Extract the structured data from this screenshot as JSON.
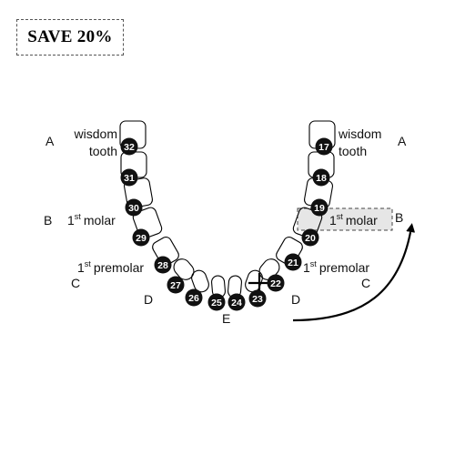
{
  "badge": {
    "text": "SAVE 20%"
  },
  "teeth": [
    {
      "num": "17",
      "side": "right",
      "type": "molar"
    },
    {
      "num": "18",
      "side": "right",
      "type": "molar"
    },
    {
      "num": "19",
      "side": "right",
      "type": "molar"
    },
    {
      "num": "20",
      "side": "right",
      "type": "premolar"
    },
    {
      "num": "21",
      "side": "right",
      "type": "premolar"
    },
    {
      "num": "22",
      "side": "right",
      "type": "canine"
    },
    {
      "num": "23",
      "side": "right",
      "type": "incisor"
    },
    {
      "num": "24",
      "side": "right",
      "type": "incisor"
    },
    {
      "num": "25",
      "side": "left",
      "type": "incisor"
    },
    {
      "num": "26",
      "side": "left",
      "type": "incisor"
    },
    {
      "num": "27",
      "side": "left",
      "type": "canine"
    },
    {
      "num": "28",
      "side": "left",
      "type": "premolar"
    },
    {
      "num": "29",
      "side": "left",
      "type": "premolar"
    },
    {
      "num": "30",
      "side": "left",
      "type": "molar"
    },
    {
      "num": "31",
      "side": "left",
      "type": "molar"
    },
    {
      "num": "32",
      "side": "left",
      "type": "molar"
    }
  ],
  "labels": {
    "left_wisdom_1": "wisdom",
    "left_wisdom_2": "tooth",
    "right_wisdom_1": "wisdom",
    "right_wisdom_2": "tooth",
    "left_molar_sup": "st",
    "left_molar_text": "molar",
    "left_molar_num": "1",
    "right_molar_num": "1",
    "right_molar_sup": "st",
    "right_molar_text": "molar",
    "left_premolar_num": "1",
    "left_premolar_sup": "st",
    "left_premolar_text": "premolar",
    "right_premolar_num": "1",
    "right_premolar_sup": "st",
    "right_premolar_text": "premolar"
  },
  "letters": {
    "left_a": "A",
    "right_a": "A",
    "left_b": "B",
    "right_b": "B",
    "left_c": "C",
    "right_c": "C",
    "left_d": "D",
    "right_d": "D",
    "bottom_e": "E"
  },
  "colors": {
    "tooth_marker": "#111111",
    "highlight": "#e6e6e6"
  }
}
